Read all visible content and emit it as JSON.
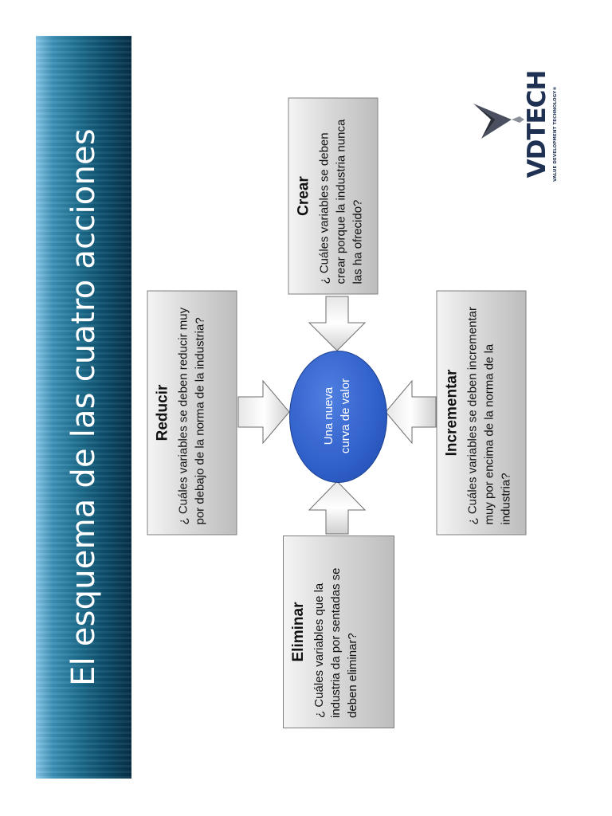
{
  "title": "El esquema de las cuatro acciones",
  "center": {
    "line1": "Una nueva",
    "line2": "curva de valor"
  },
  "boxes": {
    "reducir": {
      "heading": "Reducir",
      "text": "¿ Cuáles variables se  deben reducir muy por  debajo de la norma de la industria?"
    },
    "crear": {
      "heading": "Crear",
      "text": "¿ Cuáles variables se deben crear porque la industria nunca las ha ofrecido?"
    },
    "eliminar": {
      "heading": "Eliminar",
      "text": "¿ Cuáles variables que la industria da por sentadas se deben eliminar?"
    },
    "incrementar": {
      "heading": "Incrementar",
      "text": "¿ Cuáles variables se deben incrementar muy por encima de la norma de la industria?"
    }
  },
  "logo": {
    "brand": "VDTECH",
    "tagline": "VALUE DEVELOPMENT TECHNOLOGY®",
    "icon": "chevron-mark-icon"
  },
  "colors": {
    "ellipse": "#2f5fc9",
    "title_band": "#1d6d8e",
    "logo": "#1f3153"
  }
}
